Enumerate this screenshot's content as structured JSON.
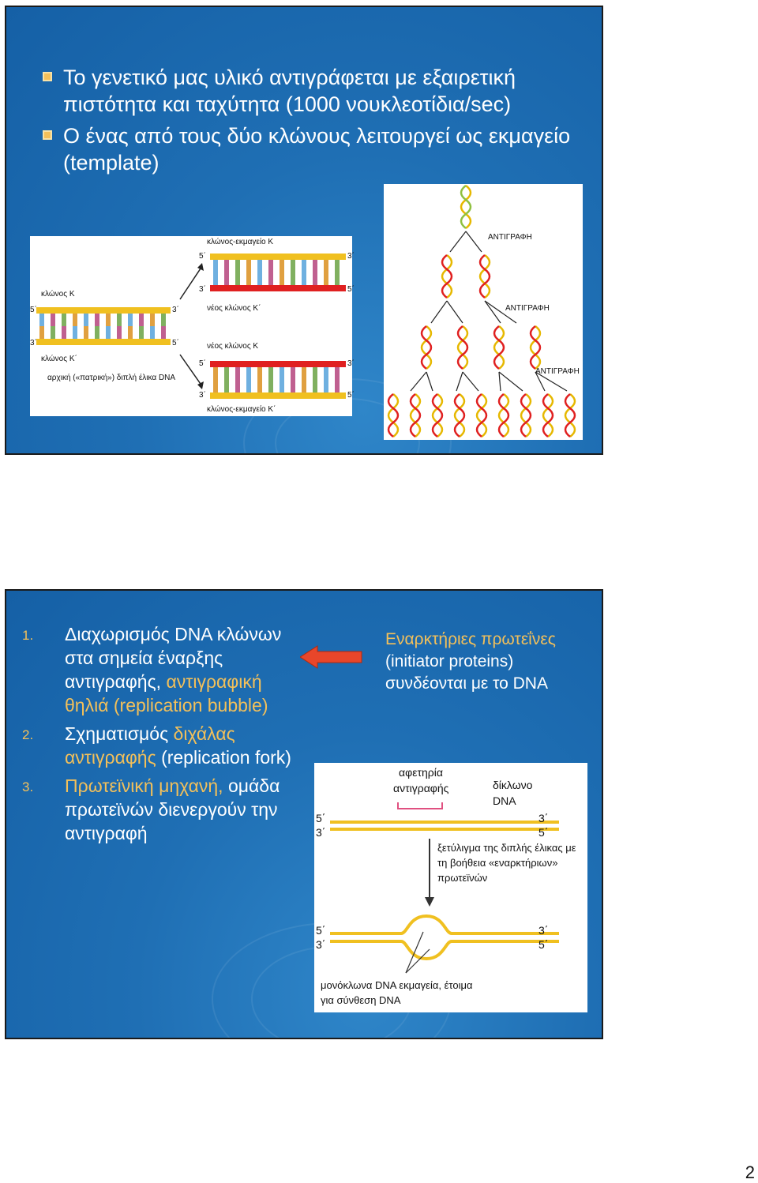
{
  "slide1": {
    "bullets": [
      "Το γενετικό μας υλικό αντιγράφεται με εξαιρετική πιστότητα και ταχύτητα (1000 νουκλεοτίδια/sec)",
      "Ο ένας από τους δύο κλώνους λειτουργεί ως εκμαγείο (template)"
    ],
    "left_figure": {
      "label_template_k": "κλώνος-εκμαγείο Κ",
      "label_new_k_prime": "νέος κλώνος Κ΄",
      "label_strand_k": "κλώνος Κ",
      "label_strand_k_prime": "κλώνος Κ΄",
      "label_new_k": "νέος κλώνος Κ",
      "label_parent_helix": "αρχική («πατρική») διπλή έλικα DNA",
      "label_template_k_prime": "κλώνος-εκμαγείο Κ΄",
      "end_5": "5΄",
      "end_3": "3΄"
    },
    "right_figure": {
      "label_replication": "ΑΝΤΙΓΡΑΦΗ"
    }
  },
  "slide2": {
    "list": [
      {
        "num": "1.",
        "text_white": "Διαχωρισμός DNA κλώνων στα σημεία έναρξης αντιγραφής,",
        "text_yellow": "αντιγραφική θηλιά (replication bubble)",
        "text_after": ""
      },
      {
        "num": "2.",
        "text_white": "Σχηματισμός",
        "text_yellow": "διχάλας αντιγραφής",
        "text_after": "(replication fork)"
      },
      {
        "num": "3.",
        "text_white": "",
        "text_yellow": "Πρωτεϊνική μηχανή,",
        "text_after": "ομάδα πρωτεϊνών διενεργούν την αντιγραφή"
      }
    ],
    "side_text_yellow": "Εναρκτήριες πρωτεΐνες",
    "side_text_white": "(initiator proteins) συνδέονται με το DNA",
    "figure": {
      "origin_label": "αφετηρία αντιγραφής",
      "double_strand_label": "δίκλωνο DNA",
      "unwind_label": "ξετύλιγμα της διπλής έλικας με τη βοήθεια «εναρκτήριων» πρωτεϊνών",
      "single_strand_label": "μονόκλωνα DNA εκμαγεία, έτοιμα για σύνθεση DNA",
      "end_5": "5΄",
      "end_3": "3΄"
    }
  },
  "page_number": "2",
  "colors": {
    "slide_bg": "#1a68ae",
    "accent_yellow": "#f3c05a",
    "arrow_red": "#e8462a"
  }
}
